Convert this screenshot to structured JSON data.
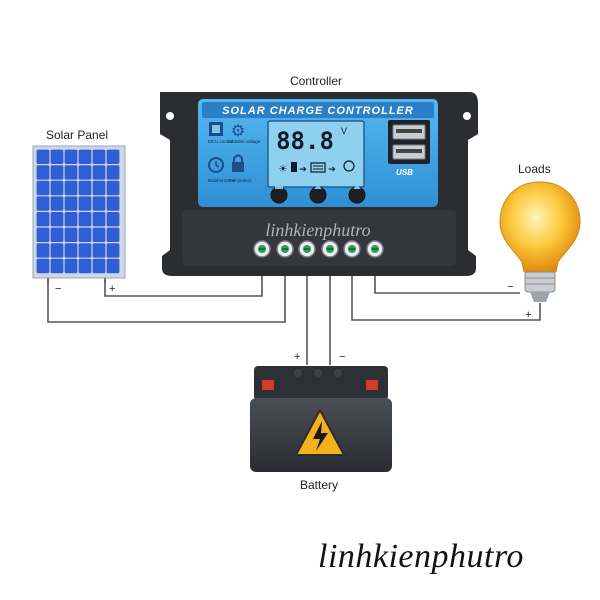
{
  "labels": {
    "controller": "Controller",
    "solar_panel": "Solar Panel",
    "loads": "Loads",
    "battery": "Battery"
  },
  "controller_face": {
    "header": "SOLAR CHARGE CONTROLLER",
    "display": "88.8",
    "unit": "V",
    "usb": "USB",
    "embossed": "linhkienphutro",
    "mode_labels": [
      "MCU control",
      "Settable voltage",
      "Build-in timer",
      "Full protect"
    ]
  },
  "polarity": {
    "panel_neg": "−",
    "panel_pos": "+",
    "battery_pos": "+",
    "battery_neg": "−",
    "load_neg": "−",
    "load_pos": "+"
  },
  "watermark": "linhkienphutro",
  "colors": {
    "wire": "#555555",
    "controller_body": "#2b2d31",
    "controller_face": "#3ea6e6",
    "lcd": "#8fd0ef",
    "panel_cell": "#2f5fd6",
    "bulb": "#f7b51e",
    "battery_body": "#3a3d42",
    "warning": "#f3b21b"
  }
}
